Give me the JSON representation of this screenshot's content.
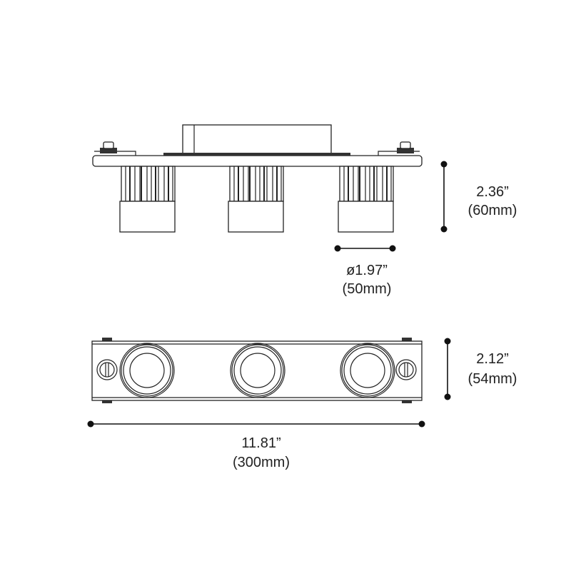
{
  "dimensions": {
    "height": {
      "imperial": "2.36”",
      "metric": "(60mm)"
    },
    "diameter": {
      "imperial": "ø1.97”",
      "metric": "(50mm)"
    },
    "depth": {
      "imperial": "2.12”",
      "metric": "(54mm)"
    },
    "length": {
      "imperial": "11.81”",
      "metric": "(300mm)"
    }
  }
}
